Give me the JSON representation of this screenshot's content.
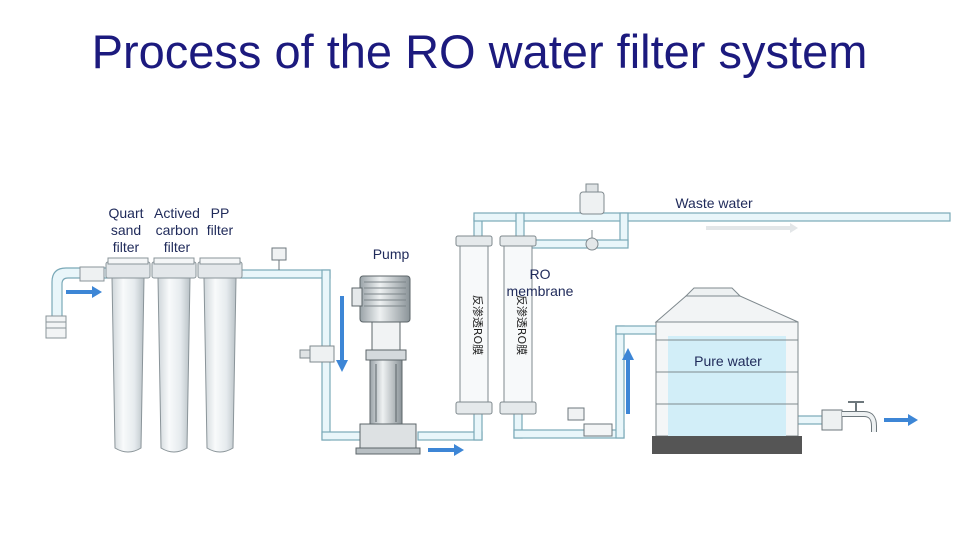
{
  "title": "Process of the RO water filter system",
  "labels": {
    "quartz_sand_filter": "Quart\nsand\nfilter",
    "activated_carbon_filter": "Actived\ncarbon\nfilter",
    "pp_filter": "PP\nfilter",
    "pump": "Pump",
    "ro_membrane": "RO\nmembrane",
    "waste_water": "Waste water",
    "pure_water": "Pure water"
  },
  "membrane_text": "反渗透RO膜",
  "colors": {
    "title": "#1c1a7e",
    "pipe_fill": "#e9f6fa",
    "pipe_stroke": "#7aa9b8",
    "arrow": "#3d86d6",
    "tank_water": "#d2eef8",
    "tank_base": "#555555"
  }
}
